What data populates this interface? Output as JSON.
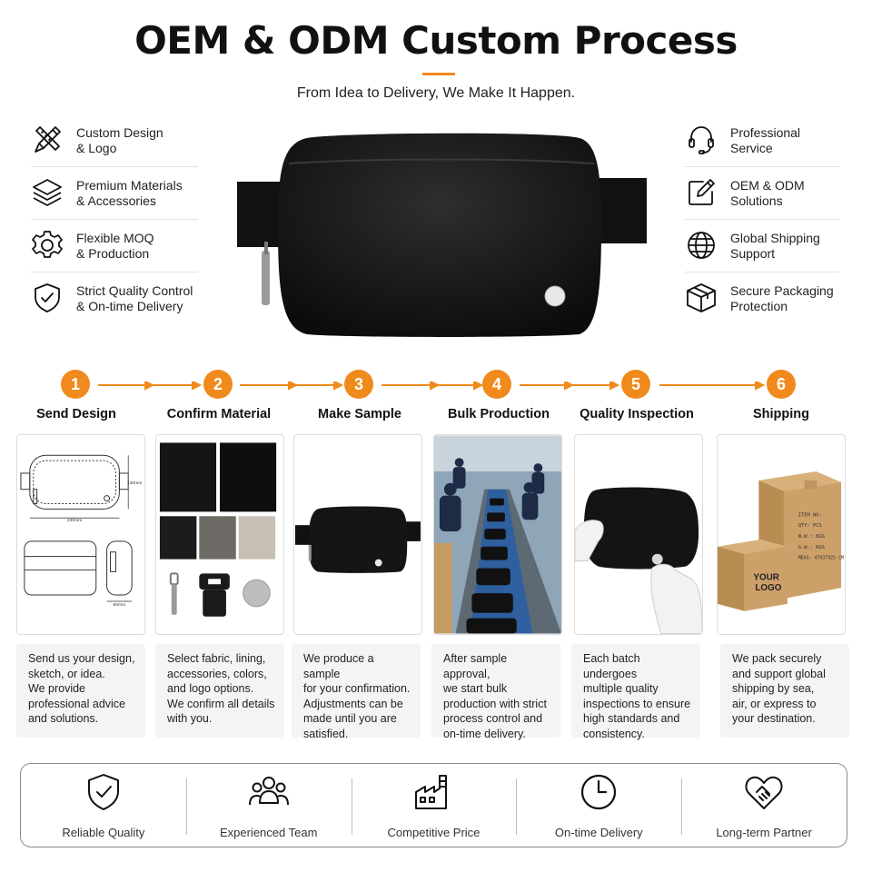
{
  "header": {
    "title": "OEM & ODM Custom Process",
    "subtitle": "From Idea to Delivery, We Make It Happen."
  },
  "features_left": [
    {
      "icon": "design-tools-icon",
      "label": "Custom Design\n& Logo"
    },
    {
      "icon": "layers-icon",
      "label": "Premium Materials\n& Accessories"
    },
    {
      "icon": "gear-icon",
      "label": "Flexible MOQ\n& Production"
    },
    {
      "icon": "shield-check-icon",
      "label": "Strict Quality Control\n& On-time Delivery"
    }
  ],
  "features_right": [
    {
      "icon": "headset-icon",
      "label": "Professional\nService"
    },
    {
      "icon": "edit-icon",
      "label": "OEM & ODM\nSolutions"
    },
    {
      "icon": "globe-icon",
      "label": "Global Shipping\nSupport"
    },
    {
      "icon": "box-icon",
      "label": "Secure Packaging\nProtection"
    }
  ],
  "steps": [
    {
      "num": "1",
      "title": "Send Design",
      "desc": "Send us your design,\nsketch, or idea.\nWe provide\nprofessional advice\nand solutions."
    },
    {
      "num": "2",
      "title": "Confirm Material",
      "desc": "Select fabric, lining,\naccessories, colors,\nand logo options.\nWe confirm all details\nwith you."
    },
    {
      "num": "3",
      "title": "Make Sample",
      "desc": "We produce a sample\nfor your confirmation.\nAdjustments can be\nmade until you are\nsatisfied."
    },
    {
      "num": "4",
      "title": "Bulk Production",
      "desc": "After sample approval,\nwe start bulk\nproduction with strict\nprocess control and\non-time delivery."
    },
    {
      "num": "5",
      "title": "Quality Inspection",
      "desc": "Each batch undergoes\nmultiple quality\ninspections to ensure\nhigh standards and\nconsistency."
    },
    {
      "num": "6",
      "title": "Shipping",
      "desc": "We pack securely\nand support global\nshipping by sea,\nair, or express to\nyour destination."
    }
  ],
  "sketch": {
    "width": "230mm",
    "height": "130mm",
    "depth": "60mm"
  },
  "shipping_box": {
    "logo": "YOUR\nLOGO",
    "label_lines": [
      "ITEM NO:",
      "QTY:      PCS",
      "N.W.:      KGS",
      "G.W.:      KGS",
      "MEAS: 47X37X25 CM"
    ]
  },
  "footer": [
    {
      "icon": "shield-check-icon",
      "label": "Reliable Quality"
    },
    {
      "icon": "team-icon",
      "label": "Experienced Team"
    },
    {
      "icon": "factory-icon",
      "label": "Competitive Price"
    },
    {
      "icon": "clock-icon",
      "label": "On-time Delivery"
    },
    {
      "icon": "handshake-heart-icon",
      "label": "Long-term Partner"
    }
  ],
  "colors": {
    "accent": "#f08a1c",
    "text": "#111111",
    "card_bg": "#f4f4f4"
  }
}
